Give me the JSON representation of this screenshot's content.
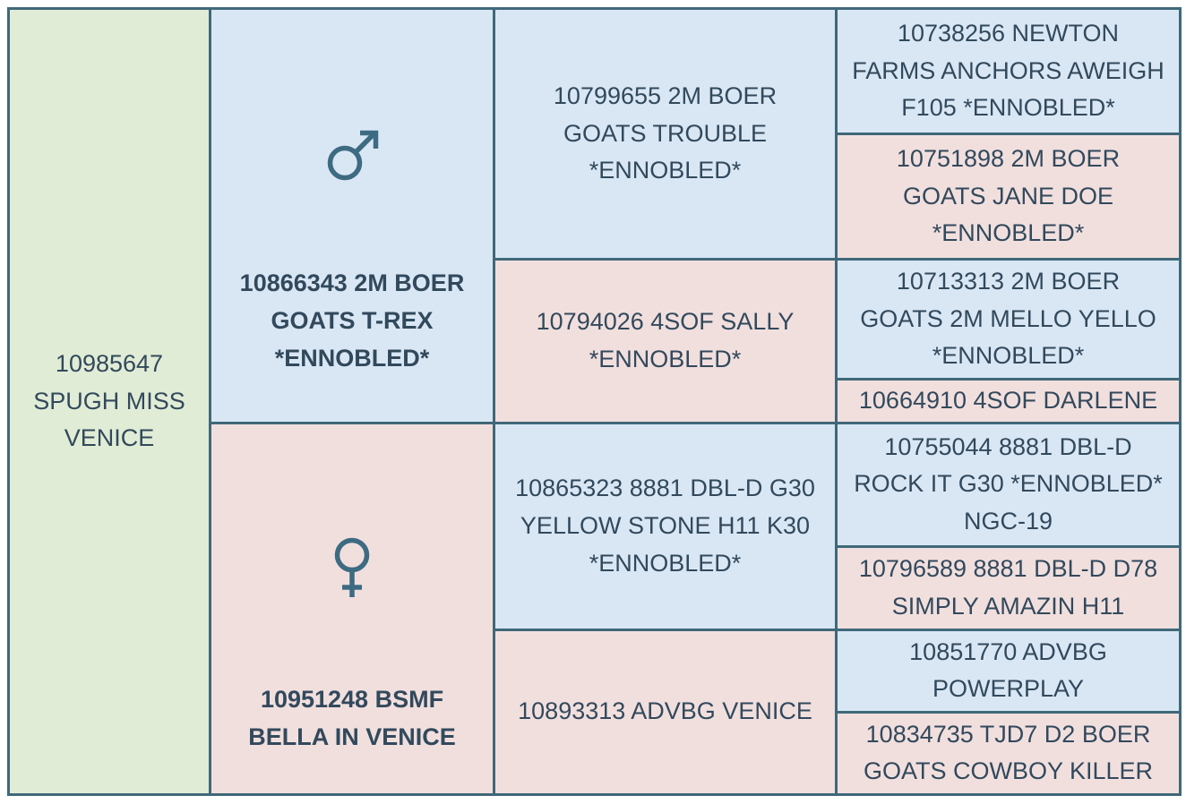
{
  "colors": {
    "border": "#406879",
    "text": "#32495c",
    "subject_bg": "#e1ecd6",
    "male_bg": "#d9e7f5",
    "female_bg": "#f1dfde",
    "icon": "#3d6b82",
    "page_bg": "#ffffff"
  },
  "pedigree": {
    "subject": {
      "label": "10985647\nSPUGH MISS\nVENICE"
    },
    "sire": {
      "icon": "male-icon",
      "label": "10866343 2M BOER\nGOATS T-REX\n*ENNOBLED*"
    },
    "dam": {
      "icon": "female-icon",
      "label": "10951248 BSMF\nBELLA IN VENICE"
    },
    "gen2": {
      "sire_sire": "10799655 2M BOER\nGOATS TROUBLE\n*ENNOBLED*",
      "sire_dam": "10794026 4SOF SALLY\n*ENNOBLED*",
      "dam_sire": "10865323 8881 DBL-D G30\nYELLOW STONE H11 K30\n*ENNOBLED*",
      "dam_dam": "10893313 ADVBG VENICE"
    },
    "gen3": {
      "sire_sire_sire": "10738256 NEWTON\nFARMS ANCHORS AWEIGH\nF105 *ENNOBLED*",
      "sire_sire_dam": "10751898 2M BOER\nGOATS JANE DOE\n*ENNOBLED*",
      "sire_dam_sire": "10713313 2M BOER\nGOATS 2M MELLO YELLO\n*ENNOBLED*",
      "sire_dam_dam": "10664910 4SOF DARLENE",
      "dam_sire_sire": "10755044 8881 DBL-D\nROCK IT G30 *ENNOBLED*\nNGC-19",
      "dam_sire_dam": "10796589 8881 DBL-D D78\nSIMPLY AMAZIN H11",
      "dam_dam_sire": "10851770 ADVBG\nPOWERPLAY",
      "dam_dam_dam": "10834735 TJD7 D2 BOER\nGOATS COWBOY KILLER"
    }
  }
}
